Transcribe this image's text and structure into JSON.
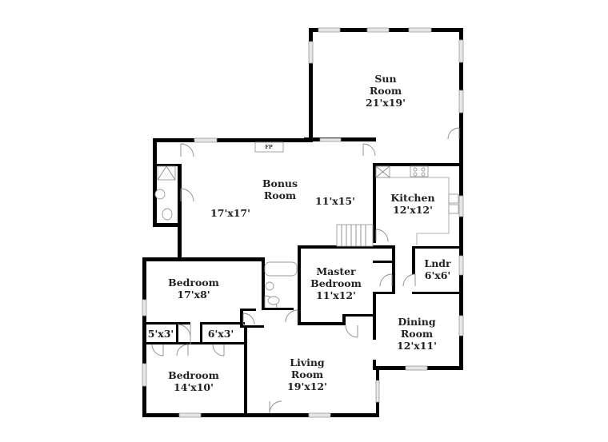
{
  "floorplan": {
    "rooms": [
      {
        "id": "sun-room",
        "name_line1": "Sun",
        "name_line2": "Room",
        "size": "21'x19'"
      },
      {
        "id": "bonus-room",
        "name_line1": "Bonus",
        "name_line2": "Room",
        "size": "17'x17'",
        "size2": "11'x15'"
      },
      {
        "id": "kitchen",
        "name_line1": "Kitchen",
        "size": "12'x12'"
      },
      {
        "id": "master-bedroom",
        "name_line1": "Master",
        "name_line2": "Bedroom",
        "size": "11'x12'"
      },
      {
        "id": "laundry",
        "name_line1": "Lndr",
        "size": "6'x6'"
      },
      {
        "id": "bedroom-1",
        "name_line1": "Bedroom",
        "size": "17'x8'"
      },
      {
        "id": "closet-1",
        "size": "5'x3'"
      },
      {
        "id": "closet-2",
        "size": "6'x3'"
      },
      {
        "id": "dining-room",
        "name_line1": "Dining",
        "name_line2": "Room",
        "size": "12'x11'"
      },
      {
        "id": "bedroom-2",
        "name_line1": "Bedroom",
        "size": "14'x10'"
      },
      {
        "id": "living-room",
        "name_line1": "Living",
        "name_line2": "Room",
        "size": "19'x12'"
      }
    ],
    "fireplace_label": "FP",
    "colors": {
      "wall": "#000000",
      "window": "#e6e6e6",
      "fixture": "#9a9a9a"
    }
  }
}
